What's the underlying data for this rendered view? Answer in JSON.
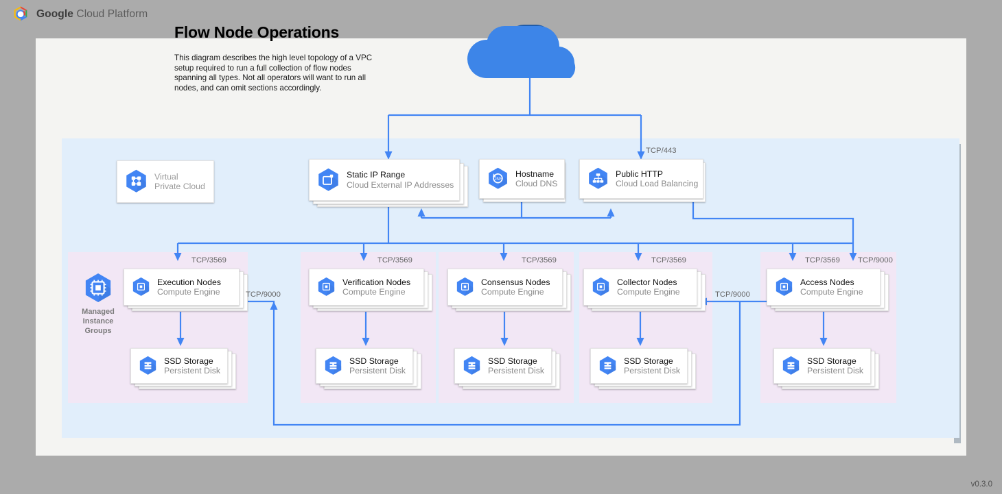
{
  "brand": {
    "logo_icon": "google-cloud-platform-logo",
    "bold": "Google",
    "rest": " Cloud Platform"
  },
  "diagram": {
    "title": "Flow Node Operations",
    "description": "This diagram describes the high level topology of a VPC setup required to run a full collection of flow nodes spanning all types.\nNot all operators will want to run all nodes, and can omit sections accordingly.",
    "version": "v0.3.0",
    "internet_cloud_icon": "cloud-icon"
  },
  "colors": {
    "accent_blue": "#4285f4",
    "vpc_region": "#e1eefb",
    "mig_region": "#f8e4f2",
    "canvas": "#f4f4f2",
    "page_background": "#ababab",
    "icon_blue": "#4285f4",
    "muted_text": "#8a8a8a"
  },
  "vpc": {
    "label_title": "Virtual",
    "label_subtitle": "Private Cloud",
    "icon": "virtual-private-cloud-icon"
  },
  "top_nodes": [
    {
      "title": "Virtual",
      "subtitle": "Private Cloud",
      "icon": "virtual-private-cloud-icon",
      "muted": true
    },
    {
      "title": "Static IP Range",
      "subtitle": "Cloud External IP Addresses",
      "icon": "cloud-external-ip-addresses-icon",
      "muted": false
    },
    {
      "title": "Hostname",
      "subtitle": "Cloud DNS",
      "icon": "cloud-dns-icon",
      "muted": false
    },
    {
      "title": "Public HTTP",
      "subtitle": "Cloud Load Balancing",
      "icon": "cloud-load-balancing-icon",
      "muted": false
    }
  ],
  "mig_label": {
    "icon": "managed-instance-groups-icon",
    "line1": "Managed",
    "line2": "Instance",
    "line3": "Groups"
  },
  "node_groups": [
    {
      "node": {
        "title": "Execution Nodes",
        "subtitle": "Compute Engine",
        "icon": "compute-engine-icon"
      },
      "storage": {
        "title": "SSD Storage",
        "subtitle": "Persistent Disk",
        "icon": "persistent-disk-icon"
      },
      "ingress_port": "TCP/3569"
    },
    {
      "node": {
        "title": "Verification Nodes",
        "subtitle": "Compute Engine",
        "icon": "compute-engine-icon"
      },
      "storage": {
        "title": "SSD Storage",
        "subtitle": "Persistent Disk",
        "icon": "persistent-disk-icon"
      },
      "ingress_port": "TCP/3569"
    },
    {
      "node": {
        "title": "Consensus Nodes",
        "subtitle": "Compute Engine",
        "icon": "compute-engine-icon"
      },
      "storage": {
        "title": "SSD Storage",
        "subtitle": "Persistent Disk",
        "icon": "persistent-disk-icon"
      },
      "ingress_port": "TCP/3569"
    },
    {
      "node": {
        "title": "Collector Nodes",
        "subtitle": "Compute Engine",
        "icon": "compute-engine-icon"
      },
      "storage": {
        "title": "SSD Storage",
        "subtitle": "Persistent Disk",
        "icon": "persistent-disk-icon"
      },
      "ingress_port": "TCP/3569"
    },
    {
      "node": {
        "title": "Access Nodes",
        "subtitle": "Compute Engine",
        "icon": "compute-engine-icon"
      },
      "storage": {
        "title": "SSD Storage",
        "subtitle": "Persistent Disk",
        "icon": "persistent-disk-icon"
      },
      "ingress_port": "TCP/3569"
    }
  ],
  "edge_labels": {
    "lb_https": "TCP/443",
    "access_extra_ingress": "TCP/9000",
    "access_to_collector": "TCP/9000",
    "access_to_execution": "TCP/9000"
  }
}
